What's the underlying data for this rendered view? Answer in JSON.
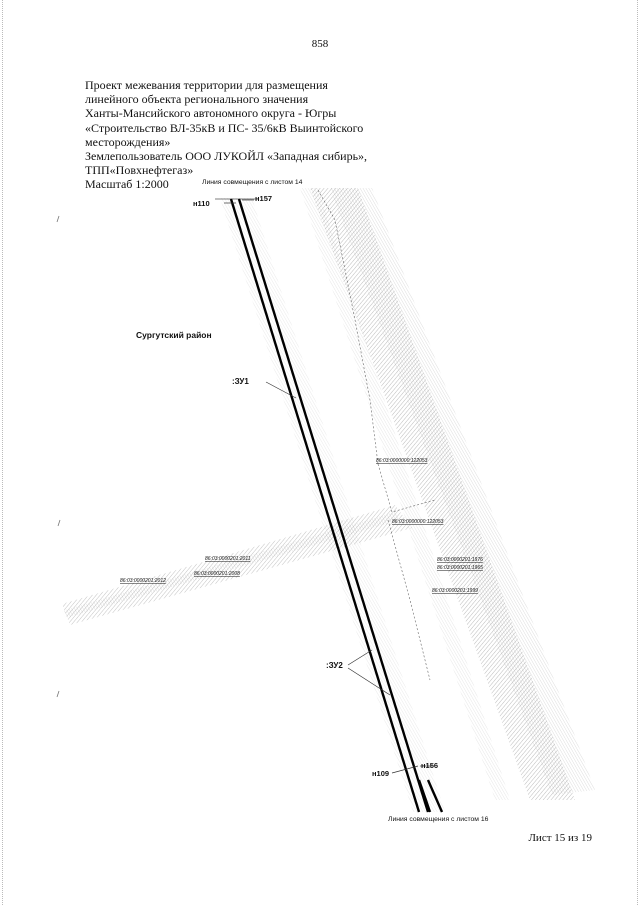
{
  "page_number": "858",
  "header_lines": [
    "Проект межевания территории для размещения",
    "линейного объекта регионального значения",
    "Ханты-Мансийского автономного округа - Югры",
    "«Строительство ВЛ-35кВ и ПС- 35/6кВ Выинтойского",
    "месторождения»",
    "Землепользователь ООО ЛУКОЙЛ «Западная сибирь»,",
    "ТПП«Повхнефтегаз»",
    "Масштаб 1:2000"
  ],
  "map": {
    "top_junction_label": "Линия совмещения с листом 14",
    "bottom_junction_label": "Линия совмещения с листом 16",
    "district_label": "Сургутский район",
    "zones": {
      "zu1": ":ЗУ1",
      "zu2": ":ЗУ2"
    },
    "points": {
      "n110": "н110",
      "n157": "н157",
      "n109": "н109",
      "n156": "н156"
    },
    "cadastral": {
      "c1": "86:03:0000000:122053",
      "c2": "86:03:0000000:122053",
      "c3": "86:03:0000201:2011",
      "c4": "86:03:0000201:2008",
      "c5": "86:03:0000201:2012",
      "c6": "86:03:0000201:1976",
      "c7": "86:03:0000201:1965",
      "c8": "86:03:0000201:1999"
    }
  },
  "footer": "Лист 15 из 19"
}
